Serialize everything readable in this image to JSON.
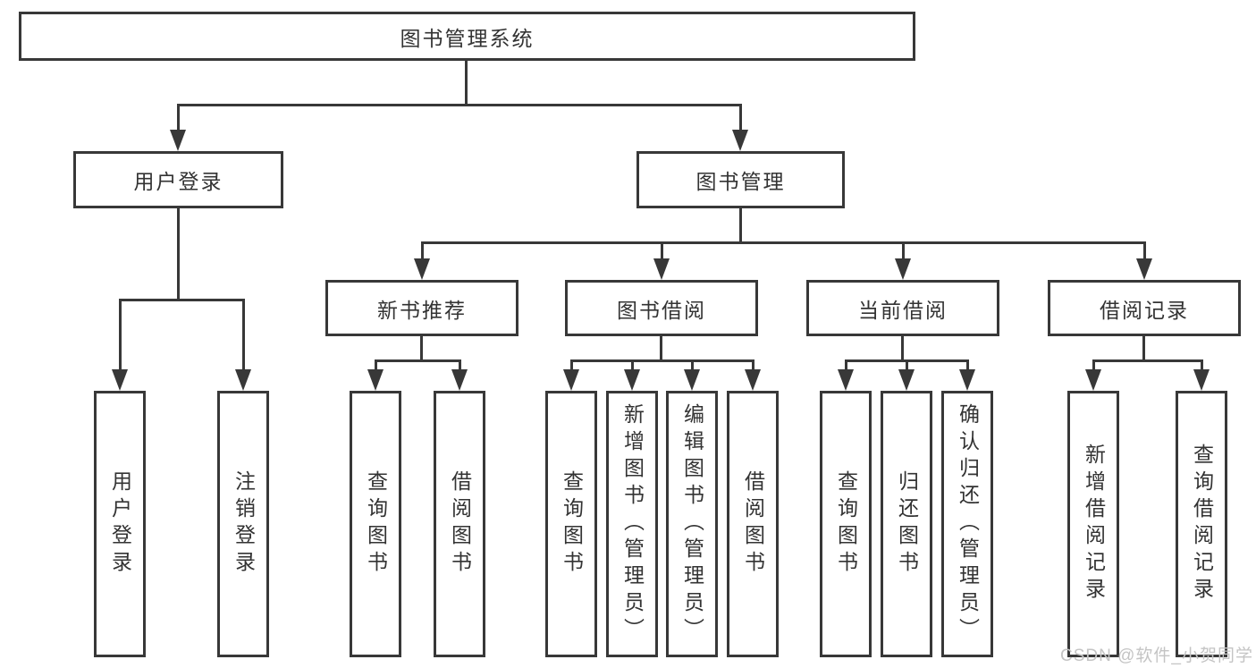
{
  "colors": {
    "line": "#383838",
    "text": "#333333",
    "watermark": "#c4c4c4",
    "background": "#ffffff"
  },
  "diagram": {
    "type": "tree",
    "root": {
      "label": "图书管理系统"
    },
    "branches": [
      {
        "label": "用户登录",
        "children": [
          {
            "label": "用户登录"
          },
          {
            "label": "注销登录"
          }
        ]
      },
      {
        "label": "图书管理",
        "children": [
          {
            "label": "新书推荐",
            "children": [
              {
                "label": "查询图书"
              },
              {
                "label": "借阅图书"
              }
            ]
          },
          {
            "label": "图书借阅",
            "children": [
              {
                "label": "查询图书"
              },
              {
                "label": "新增图书（管理员）"
              },
              {
                "label": "编辑图书（管理员）"
              },
              {
                "label": "借阅图书"
              }
            ]
          },
          {
            "label": "当前借阅",
            "children": [
              {
                "label": "查询图书"
              },
              {
                "label": "归还图书"
              },
              {
                "label": "确认归还（管理员）"
              }
            ]
          },
          {
            "label": "借阅记录",
            "children": [
              {
                "label": "新增借阅记录"
              },
              {
                "label": "查询借阅记录"
              }
            ]
          }
        ]
      }
    ]
  },
  "watermark": {
    "text": "CSDN @软件_小贺同学"
  }
}
